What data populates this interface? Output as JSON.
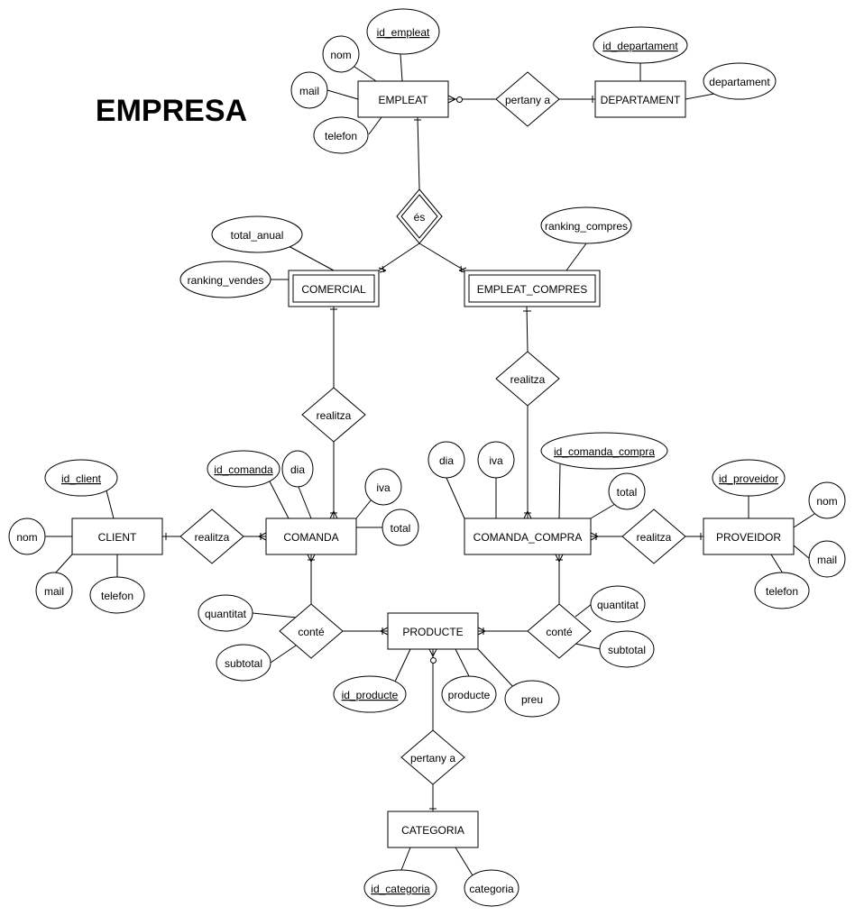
{
  "title": "EMPRESA",
  "entities": {
    "empleat": "EMPLEAT",
    "departament": "DEPARTAMENT",
    "comercial": "COMERCIAL",
    "empleat_compres": "EMPLEAT_COMPRES",
    "client": "CLIENT",
    "comanda": "COMANDA",
    "comanda_compra": "COMANDA_COMPRA",
    "proveidor": "PROVEIDOR",
    "producte": "PRODUCTE",
    "categoria": "CATEGORIA"
  },
  "relationships": {
    "pertany_a_dept": "pertany a",
    "es": "és",
    "realitza_comercial": "realitza",
    "realitza_compres": "realitza",
    "realitza_client": "realitza",
    "realitza_proveidor": "realitza",
    "conte_comanda": "conté",
    "conte_compra": "conté",
    "pertany_a_categoria": "pertany a"
  },
  "attributes": {
    "empleat": {
      "id": "id_empleat",
      "nom": "nom",
      "mail": "mail",
      "telefon": "telefon"
    },
    "departament": {
      "id": "id_departament",
      "departament": "departament"
    },
    "comercial": {
      "total_anual": "total_anual",
      "ranking_vendes": "ranking_vendes"
    },
    "empleat_compres": {
      "ranking_compres": "ranking_compres"
    },
    "client": {
      "id": "id_client",
      "nom": "nom",
      "mail": "mail",
      "telefon": "telefon"
    },
    "comanda": {
      "id": "id_comanda",
      "dia": "dia",
      "iva": "iva",
      "total": "total"
    },
    "comanda_compra": {
      "id": "id_comanda_compra",
      "dia": "dia",
      "iva": "iva",
      "total": "total"
    },
    "proveidor": {
      "id": "id_proveidor",
      "nom": "nom",
      "mail": "mail",
      "telefon": "telefon"
    },
    "producte": {
      "id": "id_producte",
      "producte": "producte",
      "preu": "preu"
    },
    "conte_comanda": {
      "quantitat": "quantitat",
      "subtotal": "subtotal"
    },
    "conte_compra": {
      "quantitat": "quantitat",
      "subtotal": "subtotal"
    },
    "categoria": {
      "id": "id_categoria",
      "categoria": "categoria"
    }
  }
}
